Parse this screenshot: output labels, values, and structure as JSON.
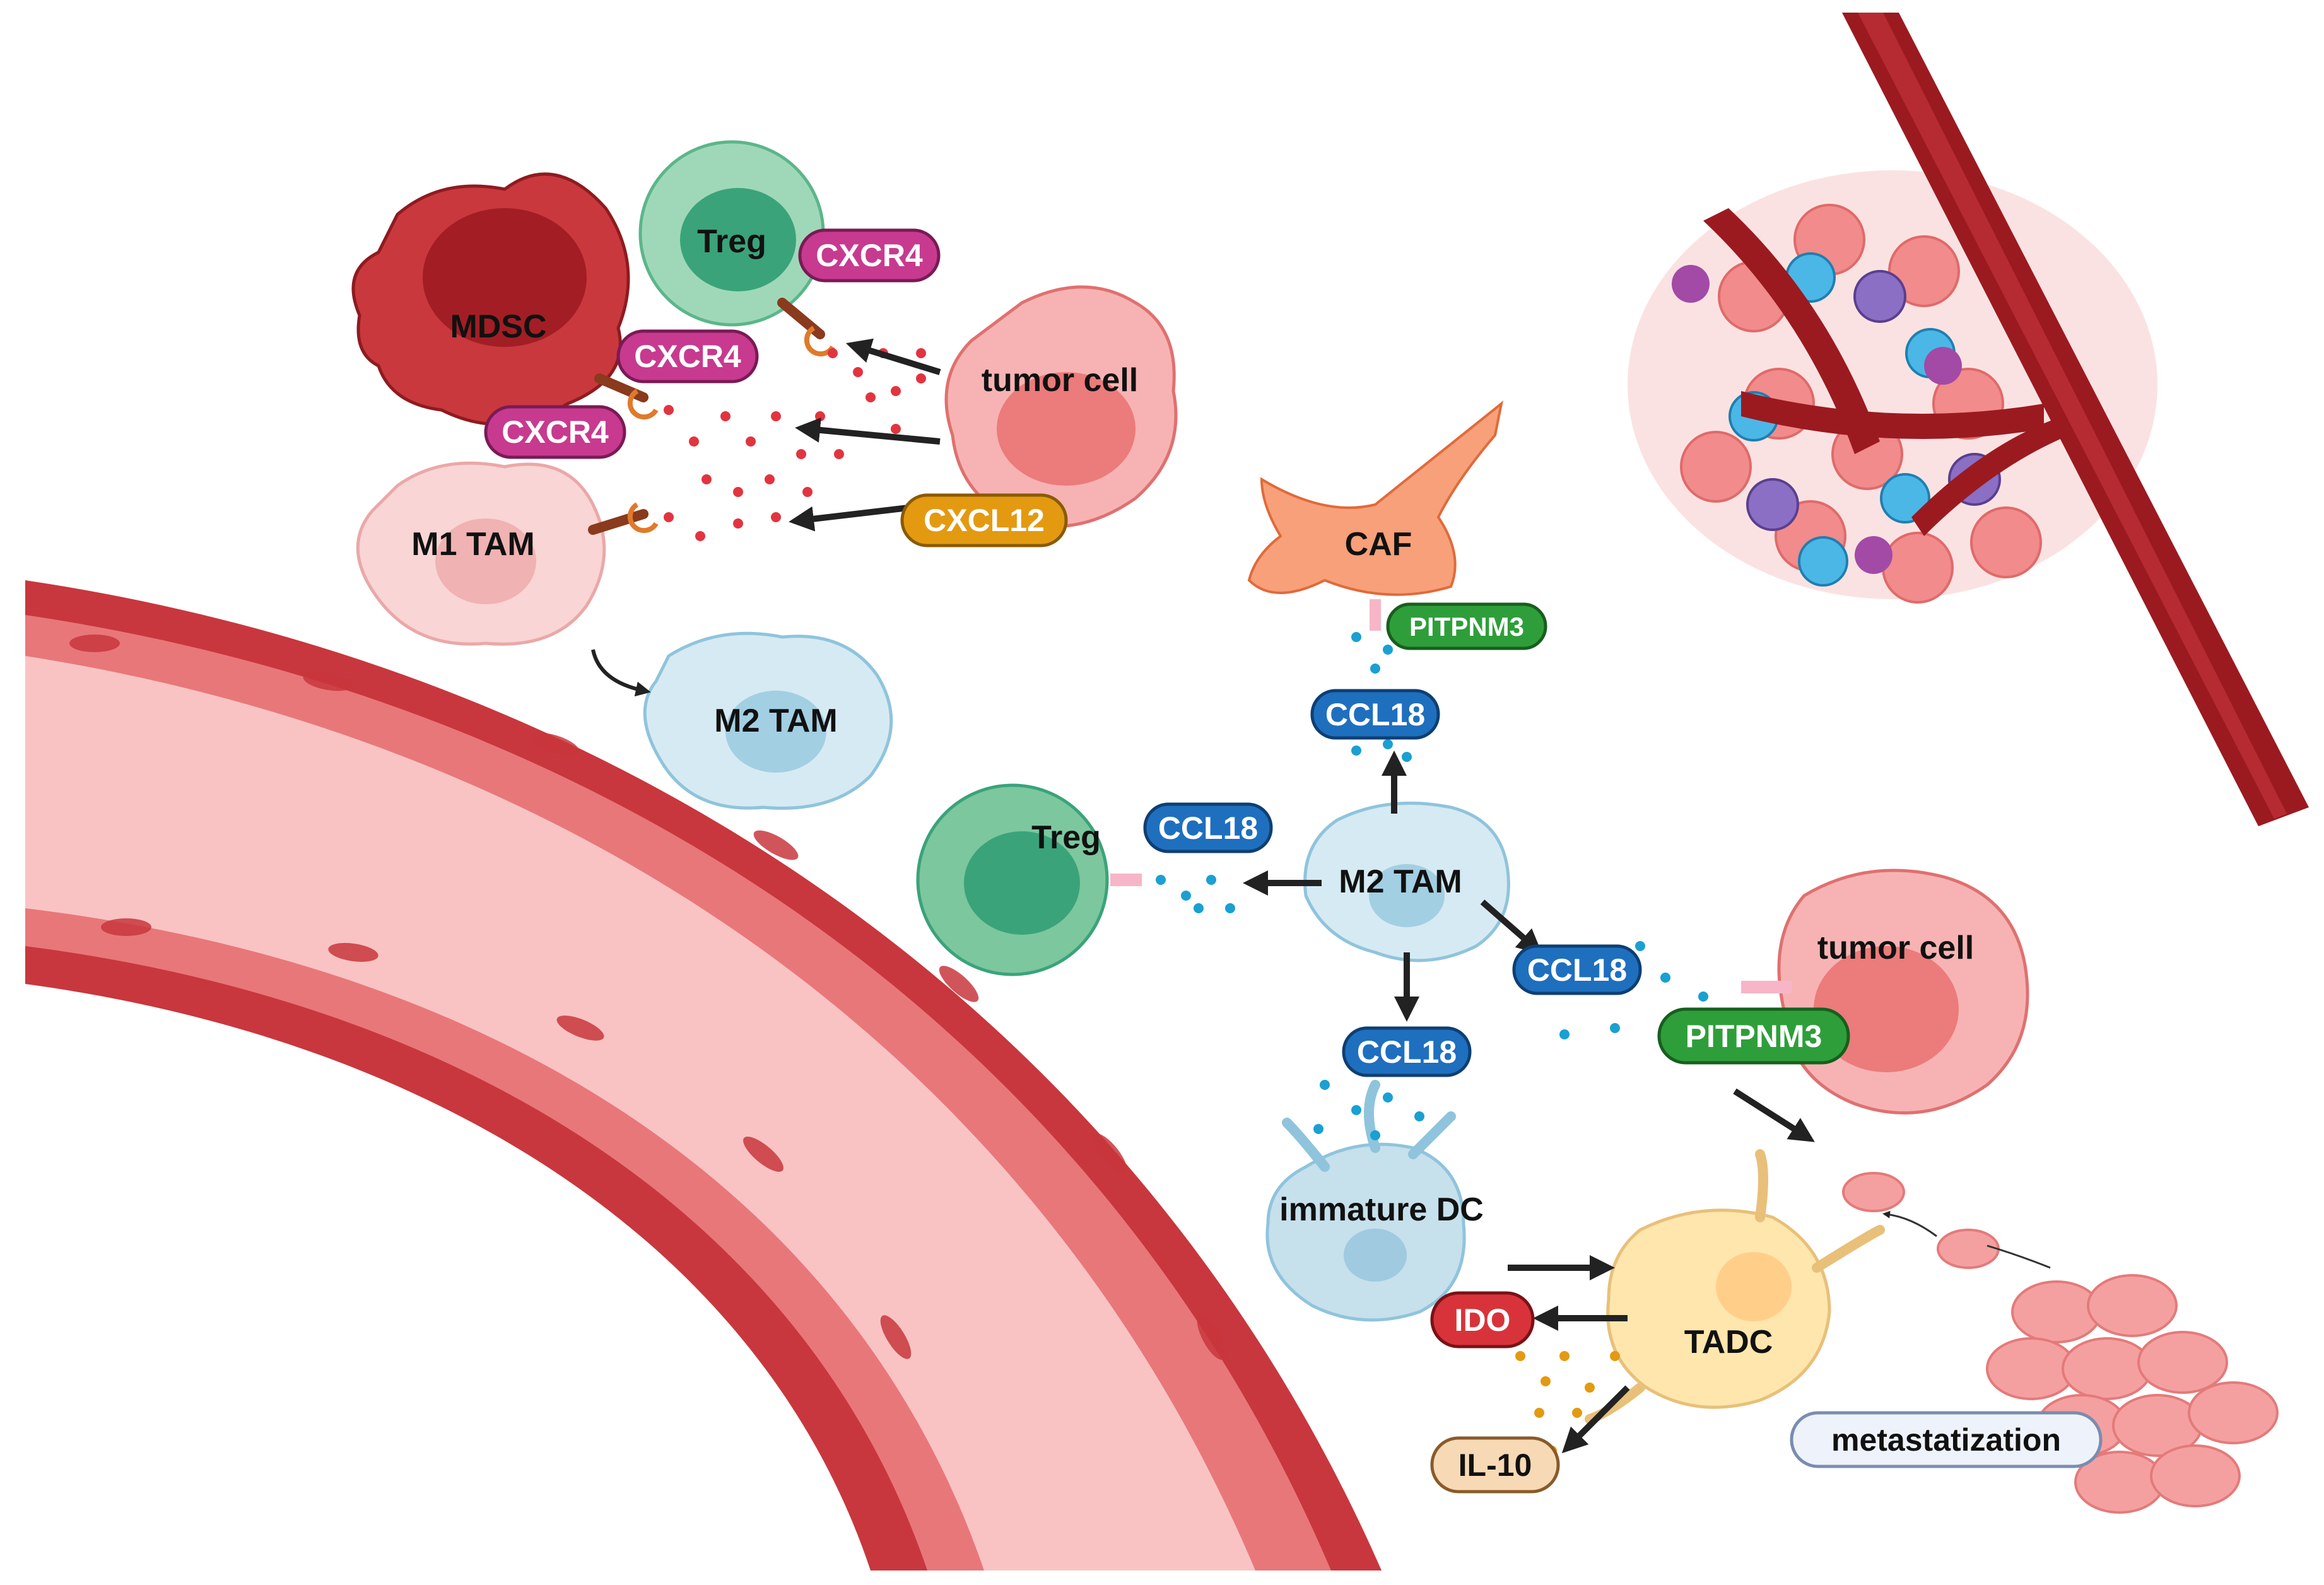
{
  "cells": {
    "treg_top": "Treg",
    "mdsc": "MDSC",
    "tumor_cell_top": "tumor cell",
    "m1_tam": "M1 TAM",
    "m2_tam_left": "M2 TAM",
    "caf": "CAF",
    "treg_mid": "Treg",
    "m2_tam_center": "M2 TAM",
    "tumor_cell_right": "tumor cell",
    "immature_dc": "immature DC",
    "tadc": "TADC"
  },
  "labels": {
    "cxcr4_treg": "CXCR4",
    "cxcr4_mdsc": "CXCR4",
    "cxcr4_m1": "CXCR4",
    "cxcl12": "CXCL12",
    "pitpnm3_caf": "PITPNM3",
    "ccl18_up": "CCL18",
    "ccl18_left": "CCL18",
    "ccl18_right": "CCL18",
    "ccl18_down": "CCL18",
    "pitpnm3_tumor": "PITPNM3",
    "ido": "IDO",
    "il10": "IL-10",
    "metastatization": "metastatization"
  },
  "colors": {
    "vessel_dark": "#c8373d",
    "vessel_lumen": "#f9c3c3",
    "cxcr4": "#c73a8f",
    "cxcl12": "#e39a11",
    "ccl18": "#1f6fbf",
    "pitpnm3": "#2e9e3a",
    "ido": "#d8333a",
    "il10": "#f7d9b5",
    "tumor": "#f08a8a",
    "tam": "#c6e0ec",
    "treg": "#3aa37a",
    "caf": "#f5936c",
    "dc": "#ffe3a6",
    "arrow": "#222222"
  }
}
